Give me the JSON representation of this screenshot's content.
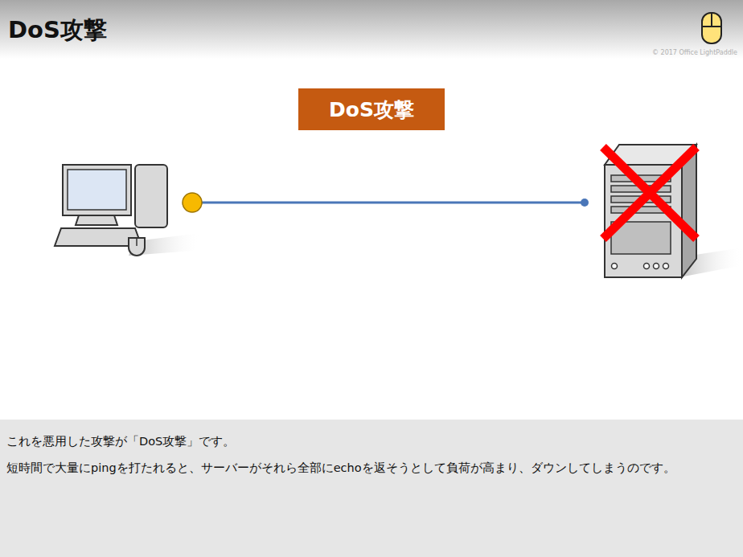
{
  "diagram": {
    "title": "DoS攻撃",
    "caption": "これを悪用した攻撃が「DoS攻撃」です。",
    "nodes": [
      {
        "text": [
          "DoS攻撃"
        ]
      }
    ],
    "labels": [
      "© 2017 Office LightPaddle",
      "短時間で大量にpingを打たれると、サーバーがそれら全部にechoを返そうとして負荷が高まり、ダウンしてしまうのです。"
    ]
  }
}
